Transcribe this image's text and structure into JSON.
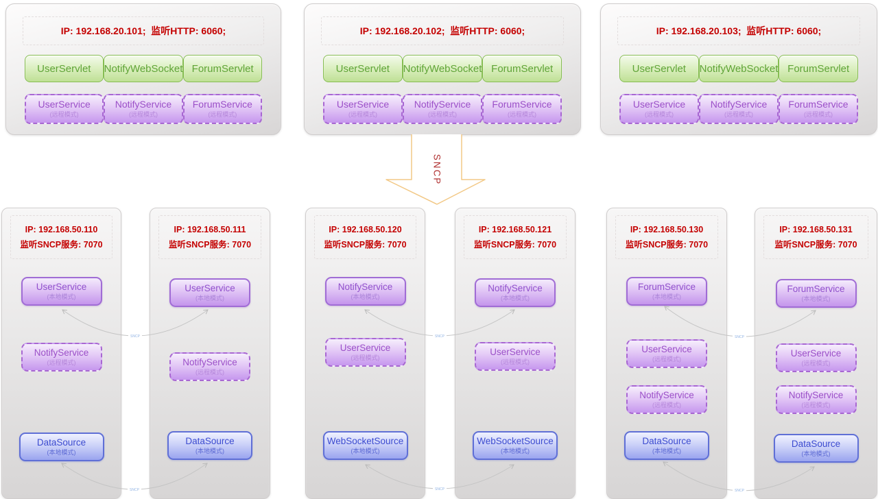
{
  "top_nodes": [
    {
      "header": "IP: 192.168.20.101;  监听HTTP: 6060;",
      "servlets": [
        "UserServlet",
        "NotifyWebSocket",
        "ForumServlet"
      ],
      "services": [
        {
          "name": "UserService",
          "mode": "(远程模式)"
        },
        {
          "name": "NotifyService",
          "mode": "(远程模式)"
        },
        {
          "name": "ForumService",
          "mode": "(远程模式)"
        }
      ]
    },
    {
      "header": "IP: 192.168.20.102;  监听HTTP: 6060;",
      "servlets": [
        "UserServlet",
        "NotifyWebSocket",
        "ForumServlet"
      ],
      "services": [
        {
          "name": "UserService",
          "mode": "(远程模式)"
        },
        {
          "name": "NotifyService",
          "mode": "(远程模式)"
        },
        {
          "name": "ForumService",
          "mode": "(远程模式)"
        }
      ]
    },
    {
      "header": "IP: 192.168.20.103;  监听HTTP: 6060;",
      "servlets": [
        "UserServlet",
        "NotifyWebSocket",
        "ForumServlet"
      ],
      "services": [
        {
          "name": "UserService",
          "mode": "(远程模式)"
        },
        {
          "name": "NotifyService",
          "mode": "(远程模式)"
        },
        {
          "name": "ForumService",
          "mode": "(远程模式)"
        }
      ]
    }
  ],
  "sncp_arrow_label": "SNCP",
  "connector_label": "SNCP",
  "bottom_nodes": [
    {
      "ip": "IP: 192.168.50.110",
      "listen": "监听SNCP服务: 7070",
      "services": [
        {
          "name": "UserService",
          "mode": "(本地模式)"
        },
        {
          "name": "NotifyService",
          "mode": "(远程模式)"
        },
        {
          "name": "DataSource",
          "mode": "(本地模式)"
        }
      ]
    },
    {
      "ip": "IP: 192.168.50.111",
      "listen": "监听SNCP服务: 7070",
      "services": [
        {
          "name": "UserService",
          "mode": "(本地模式)"
        },
        {
          "name": "NotifyService",
          "mode": "(远程模式)"
        },
        {
          "name": "DataSource",
          "mode": "(本地模式)"
        }
      ]
    },
    {
      "ip": "IP: 192.168.50.120",
      "listen": "监听SNCP服务: 7070",
      "services": [
        {
          "name": "NotifyService",
          "mode": "(本地模式)"
        },
        {
          "name": "UserService",
          "mode": "(远程模式)"
        },
        {
          "name": "WebSocketSource",
          "mode": "(本地模式)"
        }
      ]
    },
    {
      "ip": "IP: 192.168.50.121",
      "listen": "监听SNCP服务: 7070",
      "services": [
        {
          "name": "NotifyService",
          "mode": "(本地模式)"
        },
        {
          "name": "UserService",
          "mode": "(远程模式)"
        },
        {
          "name": "WebSocketSource",
          "mode": "(本地模式)"
        }
      ]
    },
    {
      "ip": "IP: 192.168.50.130",
      "listen": "监听SNCP服务: 7070",
      "services": [
        {
          "name": "ForumService",
          "mode": "(本地模式)"
        },
        {
          "name": "UserService",
          "mode": "(远程模式)"
        },
        {
          "name": "NotifyService",
          "mode": "(远程模式)"
        },
        {
          "name": "DataSource",
          "mode": "(本地模式)"
        }
      ]
    },
    {
      "ip": "IP: 192.168.50.131",
      "listen": "监听SNCP服务: 7070",
      "services": [
        {
          "name": "ForumService",
          "mode": "(本地模式)"
        },
        {
          "name": "UserService",
          "mode": "(远程模式)"
        },
        {
          "name": "NotifyService",
          "mode": "(远程模式)"
        },
        {
          "name": "DataSource",
          "mode": "(本地模式)"
        }
      ]
    }
  ]
}
